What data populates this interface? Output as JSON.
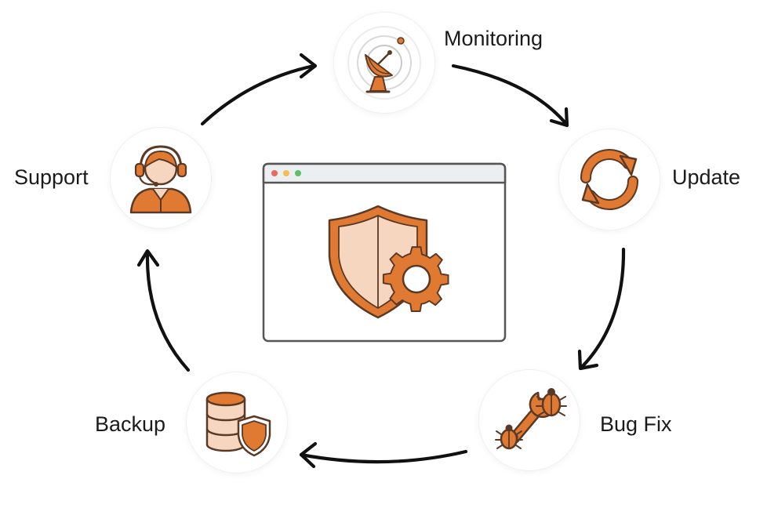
{
  "colors": {
    "accent": "#e07a33",
    "accent_light": "#f7d6c0",
    "outline": "#5a3a26",
    "arrow": "#111111",
    "window_border": "#555555",
    "window_bar": "#eceff1",
    "dot_red": "#e96a5e",
    "dot_yellow": "#f3be4f",
    "dot_green": "#5cc06a"
  },
  "cycle": {
    "steps": [
      {
        "label": "Monitoring",
        "icon": "satellite-dish-icon"
      },
      {
        "label": "Update",
        "icon": "refresh-icon"
      },
      {
        "label": "Bug Fix",
        "icon": "wrench-bug-icon"
      },
      {
        "label": "Backup",
        "icon": "database-shield-icon"
      },
      {
        "label": "Support",
        "icon": "headset-agent-icon"
      }
    ]
  },
  "center": {
    "icon": "shield-gear-icon",
    "window_controls": [
      "close",
      "minimize",
      "maximize"
    ]
  }
}
